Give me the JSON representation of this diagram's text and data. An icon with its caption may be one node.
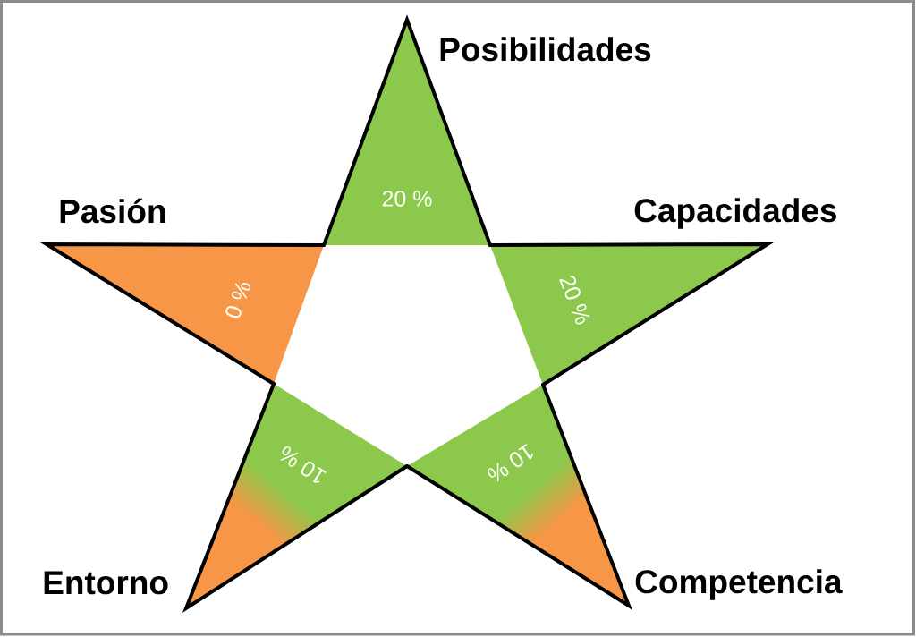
{
  "diagram": {
    "nodes": [
      {
        "text": [
          "20 %"
        ],
        "beside": [
          "Posibilidades"
        ]
      },
      {
        "text": [
          "0 %"
        ],
        "beside": [
          "Pasión"
        ]
      },
      {
        "text": [
          "20 %"
        ],
        "beside": [
          "Capacidades"
        ]
      },
      {
        "text": [
          "10 %"
        ],
        "beside": [
          "Entorno"
        ]
      },
      {
        "text": [
          "10 %"
        ],
        "beside": [
          "Competencia"
        ]
      }
    ]
  }
}
